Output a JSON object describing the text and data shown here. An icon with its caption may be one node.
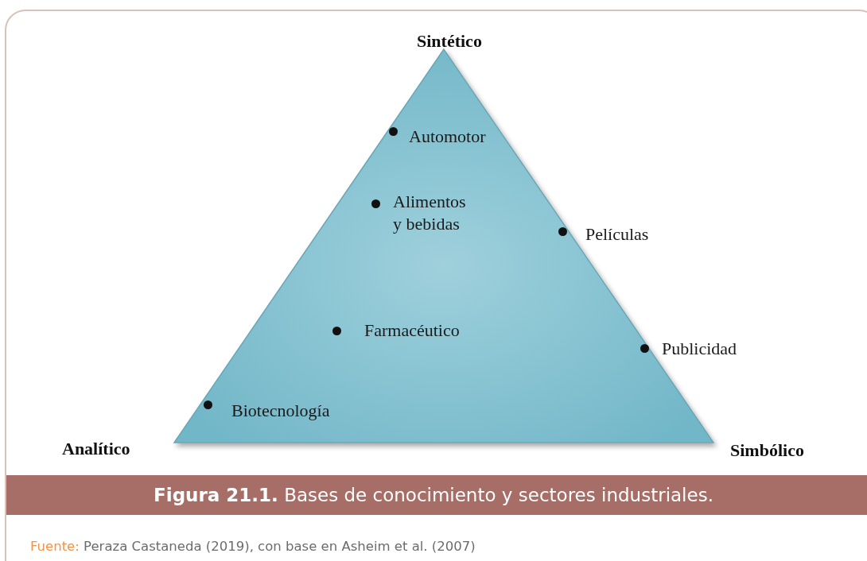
{
  "diagram": {
    "caption": "**Figura 21.1.** Bases de conocimiento y sectores industriales.",
    "labels": [
      "Sintético",
      "Automotor",
      "Alimentos y bebidas",
      "Películas",
      "Farmacéutico",
      "Publicidad",
      "Biotecnología",
      "Analítico",
      "Simbólico",
      "**Fuente:** Peraza Castaneda (2019), con base en Asheim et al. (2007)"
    ]
  }
}
